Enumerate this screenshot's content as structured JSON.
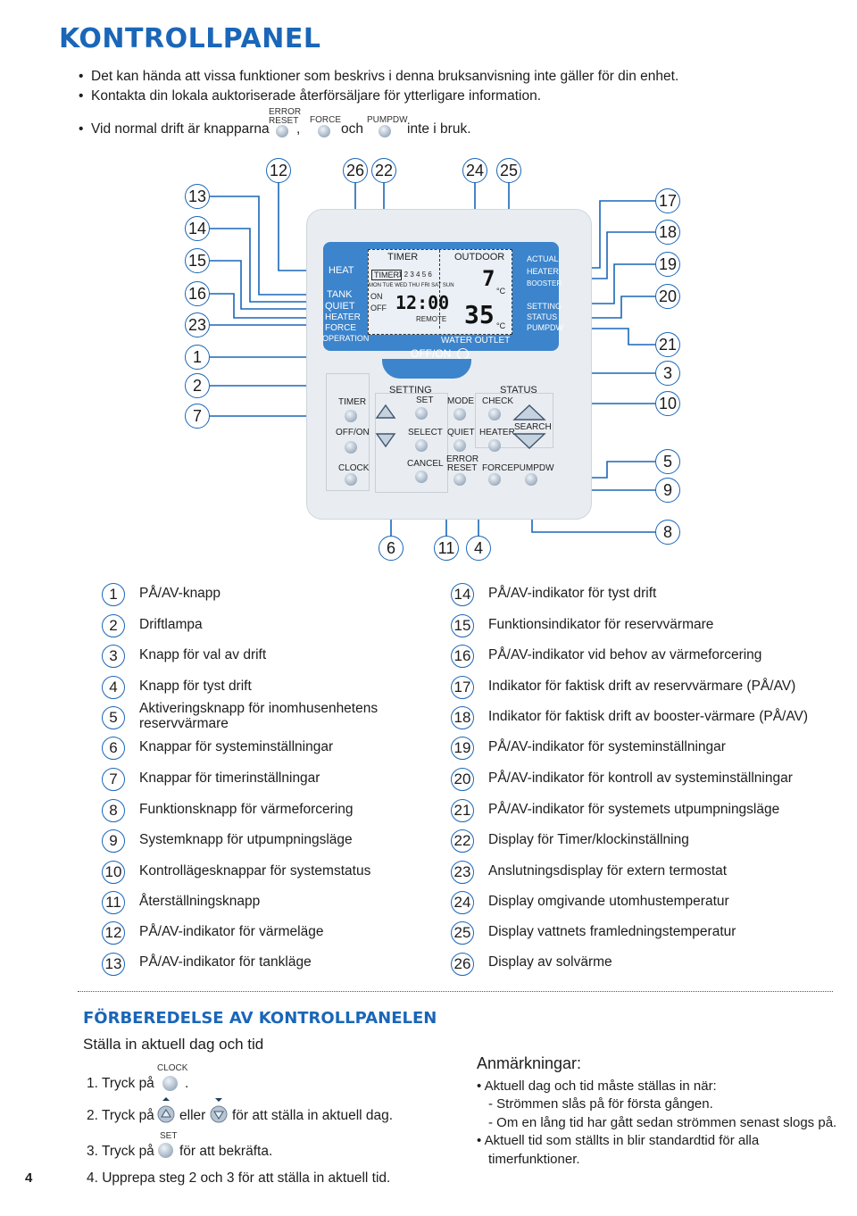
{
  "header": {
    "title": "KONTROLLPANEL",
    "bullets": [
      "Det kan hända att vissa funktioner som beskrivs i denna bruksanvisning inte gäller för din enhet.",
      "Kontakta din lokala auktoriserade återförsäljare för ytterligare information."
    ],
    "bullet3": {
      "before": "Vid normal drift är knapparna",
      "comma": ",",
      "och": "och",
      "after": "inte i bruk.",
      "btn1_top": "ERROR",
      "btn1_bottom": "RESET",
      "btn2": "FORCE",
      "btn3": "PUMPDW"
    }
  },
  "callouts_top": [
    "12",
    "26",
    "22",
    "24",
    "25"
  ],
  "callouts_left": [
    "13",
    "14",
    "15",
    "16",
    "23",
    "1",
    "2",
    "7"
  ],
  "callouts_right": [
    "17",
    "18",
    "19",
    "20",
    "21",
    "3",
    "10",
    "5",
    "9",
    "8"
  ],
  "callouts_bottom": [
    "6",
    "11",
    "4"
  ],
  "panel": {
    "lcd_left": [
      "HEAT",
      "TANK",
      "QUIET",
      "HEATER",
      "FORCE",
      "OPERATION"
    ],
    "lcd_right": [
      "ACTUAL",
      "HEATER",
      "BOOSTER",
      "SETTING",
      "STATUS",
      "PUMPDW"
    ],
    "timer_hdr": "TIMER",
    "outdoor_hdr": "OUTDOOR",
    "timer_tag": "TIMER",
    "days_nums": "1 2 3 4 5 6",
    "days": "MON TUE WED THU FRI SAT SUN",
    "on": "ON",
    "off": "OFF",
    "clock": "12:00",
    "remote": "REMOTE",
    "outdoor_temp": "7",
    "water_temp": "35",
    "unit": "°C",
    "water_outlet": "WATER OUTLET",
    "offon": "OFF/ON",
    "setting": "SETTING",
    "status": "STATUS",
    "timer_btn": "TIMER",
    "set": "SET",
    "mode": "MODE",
    "check": "CHECK",
    "offon_btn": "OFF/ON",
    "select": "SELECT",
    "quiet": "QUIET",
    "heater": "HEATER",
    "search": "SEARCH",
    "clock_btn": "CLOCK",
    "cancel": "CANCEL",
    "error": "ERROR",
    "reset": "RESET",
    "force": "FORCE",
    "pumpdw": "PUMPDW"
  },
  "legend_left": [
    {
      "n": "1",
      "text": "PÅ/AV-knapp"
    },
    {
      "n": "2",
      "text": "Driftlampa"
    },
    {
      "n": "3",
      "text": "Knapp för val av drift"
    },
    {
      "n": "4",
      "text": "Knapp för tyst drift"
    },
    {
      "n": "5",
      "text": "Aktiveringsknapp för inomhusenhetens reservvärmare"
    },
    {
      "n": "6",
      "text": "Knappar för systeminställningar"
    },
    {
      "n": "7",
      "text": "Knappar för timerinställningar"
    },
    {
      "n": "8",
      "text": "Funktionsknapp för värmeforcering"
    },
    {
      "n": "9",
      "text": "Systemknapp för utpumpningsläge"
    },
    {
      "n": "10",
      "text": "Kontrollägesknappar för systemstatus"
    },
    {
      "n": "11",
      "text": "Återställningsknapp"
    },
    {
      "n": "12",
      "text": "PÅ/AV-indikator för värmeläge"
    },
    {
      "n": "13",
      "text": "PÅ/AV-indikator för tankläge"
    }
  ],
  "legend_right": [
    {
      "n": "14",
      "text": "PÅ/AV-indikator för tyst drift"
    },
    {
      "n": "15",
      "text": "Funktionsindikator för reservvärmare"
    },
    {
      "n": "16",
      "text": "PÅ/AV-indikator vid behov av värmeforcering"
    },
    {
      "n": "17",
      "text": "Indikator för faktisk drift av reservvärmare (PÅ/AV)"
    },
    {
      "n": "18",
      "text": "Indikator för faktisk drift av booster-värmare (PÅ/AV)"
    },
    {
      "n": "19",
      "text": "PÅ/AV-indikator för systeminställningar"
    },
    {
      "n": "20",
      "text": "PÅ/AV-indikator för kontroll av systeminställningar"
    },
    {
      "n": "21",
      "text": "PÅ/AV-indikator för systemets utpumpningsläge"
    },
    {
      "n": "22",
      "text": "Display för Timer/klockinställning"
    },
    {
      "n": "23",
      "text": "Anslutningsdisplay för extern termostat"
    },
    {
      "n": "24",
      "text": "Display omgivande utomhustemperatur"
    },
    {
      "n": "25",
      "text": "Display vattnets framledningstemperatur"
    },
    {
      "n": "26",
      "text": "Display av solvärme"
    }
  ],
  "prep": {
    "title": "FÖRBEREDELSE AV KONTROLLPANELEN",
    "subtitle": "Ställa in aktuell dag och tid",
    "s1": "1. Tryck på",
    "s1_btn": "CLOCK",
    "s1_end": ".",
    "s2": "2. Tryck på",
    "s2_mid": "eller",
    "s2_end": "för att ställa in aktuell dag.",
    "s3": "3. Tryck på",
    "s3_btn": "SET",
    "s3_end": "för att bekräfta.",
    "s4": "4. Upprepa steg 2 och 3 för att ställa in aktuell tid."
  },
  "notes": {
    "title": "Anmärkningar:",
    "b1": "Aktuell dag och tid måste ställas in när:",
    "d1": "- Strömmen slås på för första gången.",
    "d2": "- Om en lång tid har gått sedan strömmen senast slogs på.",
    "b2_l1": "Aktuell tid som ställts in blir standardtid för alla",
    "b2_l2": "timerfunktioner."
  },
  "page_number": "4",
  "colors": {
    "accent": "#1a66b8",
    "lcd": "#3c84cc"
  }
}
